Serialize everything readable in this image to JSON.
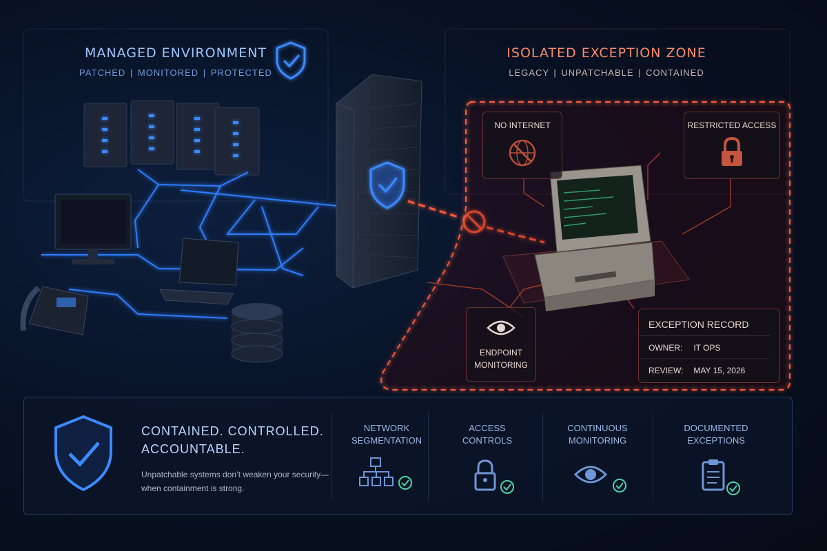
{
  "managed": {
    "title": "MANAGED ENVIRONMENT",
    "subtitle": "PATCHED | MONITORED | PROTECTED"
  },
  "isolated": {
    "title": "ISOLATED EXCEPTION ZONE",
    "subtitle": "LEGACY | UNPATCHABLE | CONTAINED"
  },
  "cards": {
    "no_internet": "NO INTERNET",
    "restricted_access": "RESTRICTED ACCESS",
    "endpoint_line1": "ENDPOINT",
    "endpoint_line2": "MONITORING"
  },
  "record": {
    "title": "EXCEPTION RECORD",
    "owner_key": "OWNER:",
    "owner_value": "IT OPS",
    "review_key": "REVIEW:",
    "review_value": "MAY 15, 2026"
  },
  "summary": {
    "headline_1": "CONTAINED. CONTROLLED.",
    "headline_2": "ACCOUNTABLE.",
    "text_1": "Unpatchable systems don’t weaken your security—",
    "text_2": "when containment is strong."
  },
  "features": [
    {
      "line1": "NETWORK",
      "line2": "SEGMENTATION",
      "icon": "network-tree-icon"
    },
    {
      "line1": "ACCESS",
      "line2": "CONTROLS",
      "icon": "lock-icon"
    },
    {
      "line1": "CONTINUOUS",
      "line2": "MONITORING",
      "icon": "eye-icon"
    },
    {
      "line1": "DOCUMENTED",
      "line2": "EXCEPTIONS",
      "icon": "clipboard-icon"
    }
  ],
  "colors": {
    "blue_accent": "#3d8bff",
    "red_accent": "#ff6a4a",
    "check_green": "#4fd1a5"
  }
}
